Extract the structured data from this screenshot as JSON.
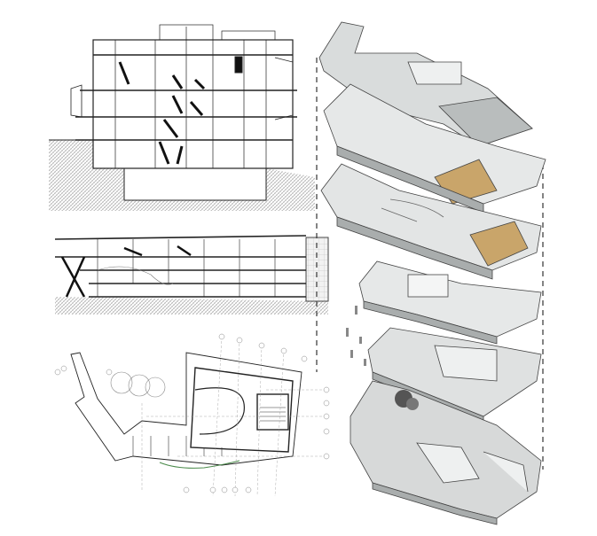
{
  "figure": {
    "panels": [
      "building-section-longitudinal",
      "building-section-cross",
      "ground-floor-plan",
      "exploded-axonometric"
    ],
    "colors": {
      "background": "#ffffff",
      "line": "#222222",
      "hatch": "#9a9a9a",
      "slab": "#d9dcdc",
      "slab_shadow": "#a9adad",
      "timber_seating": "#c9a56a",
      "plan_accent": "#4a8a4a",
      "dashed_guide": "#333333"
    },
    "axonometric_levels": 6
  }
}
